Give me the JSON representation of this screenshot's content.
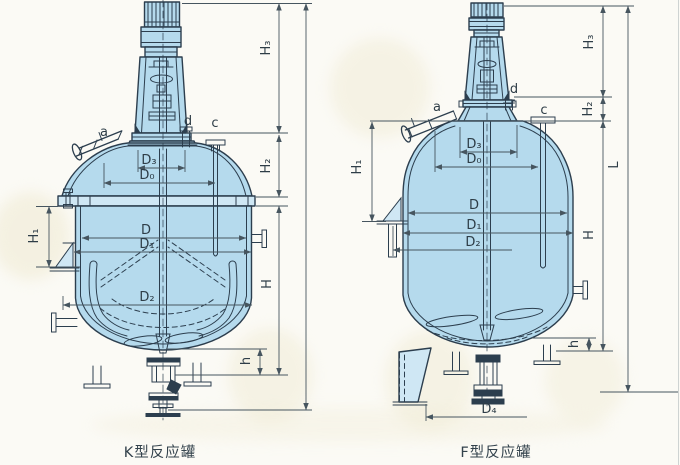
{
  "drawing": {
    "background": "#fbfaf5",
    "line_color": "#2c3e4e",
    "dim_color": "#46555f",
    "vessel_fill": "#b5daed",
    "vessel_fill_light": "#cfe7f4",
    "left": {
      "caption": "K型反应罐",
      "labels": {
        "a": "a",
        "c": "c",
        "d": "d"
      },
      "dims": {
        "H3": "H₃",
        "H2": "H₂",
        "H1": "H₁",
        "H": "H",
        "h": "h",
        "D": "D",
        "D0": "D₀",
        "D1": "D₁",
        "D2": "D₂",
        "D3": "D₃"
      }
    },
    "right": {
      "caption": "F型反应罐",
      "labels": {
        "a": "a",
        "c": "c",
        "d": "d"
      },
      "dims": {
        "H3": "H₃",
        "H2": "H₂",
        "H1": "H₁",
        "H": "H",
        "h": "h",
        "L": "L",
        "D": "D",
        "D0": "D₀",
        "D1": "D₁",
        "D2": "D₂",
        "D3": "D₃",
        "D4": "D₄"
      }
    }
  }
}
